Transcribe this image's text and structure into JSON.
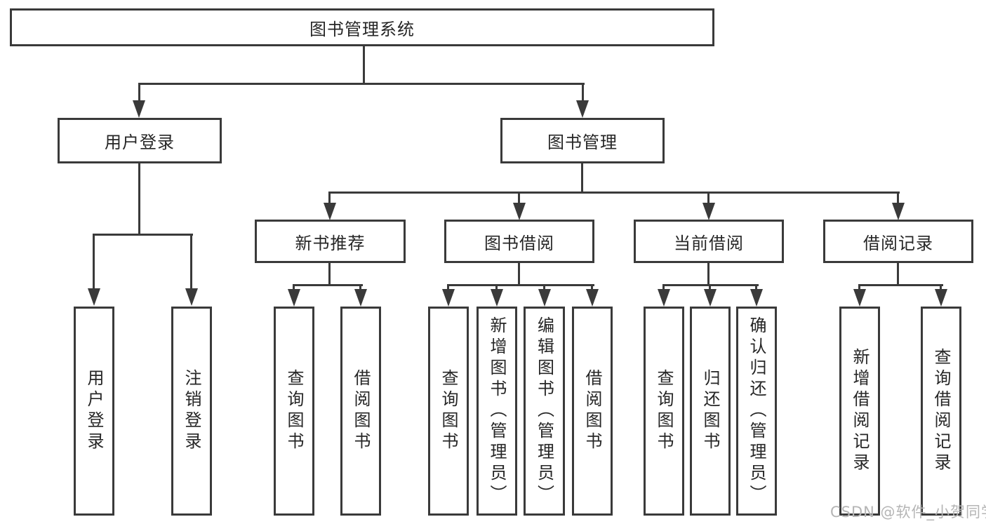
{
  "diagram": {
    "root": {
      "label": "图书管理系统"
    },
    "user_login": {
      "label": "用户登录",
      "children": [
        {
          "label": "用户登录"
        },
        {
          "label": "注销登录"
        }
      ]
    },
    "book_mgmt": {
      "label": "图书管理",
      "children": [
        {
          "label": "新书推荐",
          "children": [
            {
              "label": "查询图书"
            },
            {
              "label": "借阅图书"
            }
          ]
        },
        {
          "label": "图书借阅",
          "children": [
            {
              "label": "查询图书"
            },
            {
              "label": "新增图书（管理员）"
            },
            {
              "label": "编辑图书（管理员）"
            },
            {
              "label": "借阅图书"
            }
          ]
        },
        {
          "label": "当前借阅",
          "children": [
            {
              "label": "查询图书"
            },
            {
              "label": "归还图书"
            },
            {
              "label": "确认归还（管理员）"
            }
          ]
        },
        {
          "label": "借阅记录",
          "children": [
            {
              "label": "新增借阅记录"
            },
            {
              "label": "查询借阅记录"
            }
          ]
        }
      ]
    }
  },
  "watermark": {
    "text": "CSDN @软件_小贺同学"
  },
  "colors": {
    "line": "#3a3a3a",
    "text": "#262626",
    "watermark": "#b5b5b5",
    "background": "#ffffff"
  }
}
